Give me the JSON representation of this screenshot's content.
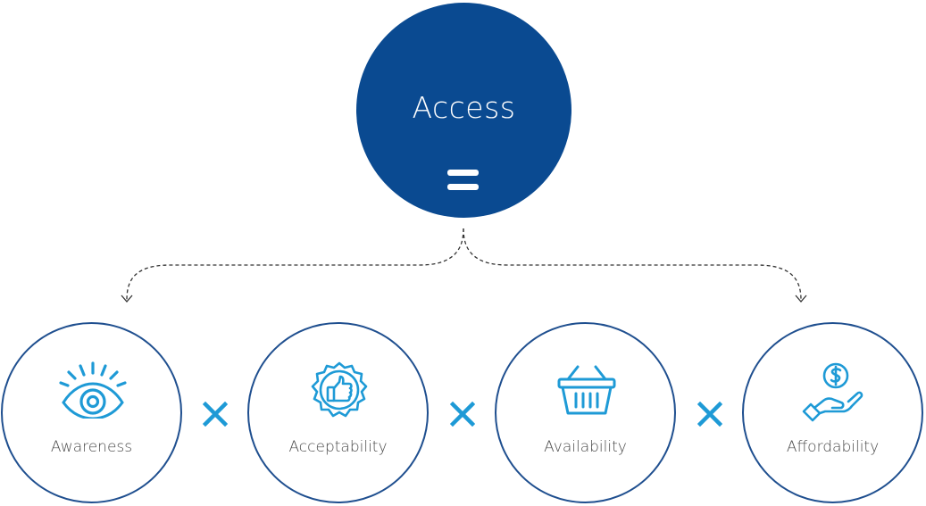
{
  "top": {
    "title": "Access",
    "operator": "="
  },
  "pillars": [
    {
      "label": "Awareness",
      "icon": "eye-icon"
    },
    {
      "label": "Acceptability",
      "icon": "thumbs-up-badge-icon"
    },
    {
      "label": "Availability",
      "icon": "basket-icon"
    },
    {
      "label": "Affordability",
      "icon": "hand-coin-icon"
    }
  ],
  "operators": [
    "×",
    "×",
    "×"
  ],
  "colors": {
    "primary": "#0a4a91",
    "accent": "#1e9ad6",
    "outline": "#1f4f8f",
    "text": "#4a4a4a"
  }
}
